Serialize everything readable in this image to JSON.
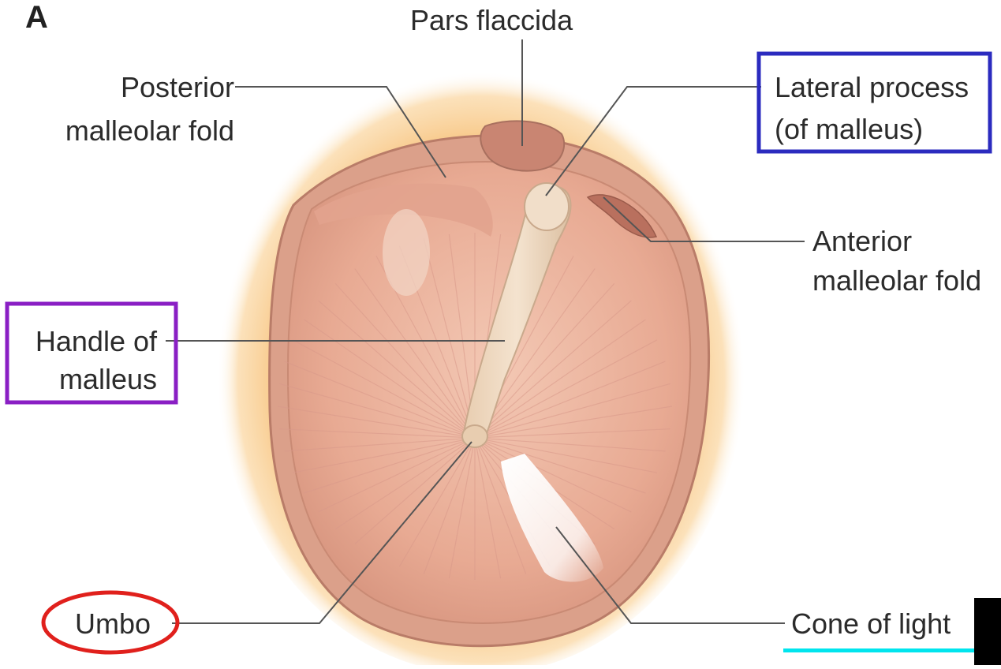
{
  "figure": {
    "panel_letter": "A",
    "labels": {
      "pars_flaccida": "Pars flaccida",
      "posterior_fold_line1": "Posterior",
      "posterior_fold_line2": "malleolar fold",
      "lateral_process_line1": "Lateral process",
      "lateral_process_line2": "(of malleus)",
      "anterior_fold_line1": "Anterior",
      "anterior_fold_line2": "malleolar fold",
      "handle_line1": "Handle of",
      "handle_line2": "malleus",
      "umbo": "Umbo",
      "cone_of_light": "Cone of light"
    }
  },
  "highlights": {
    "lateral_process_box": {
      "shape": "rectangle",
      "color": "#2b2bbf"
    },
    "handle_box": {
      "shape": "rectangle",
      "color": "#8a1fc4"
    },
    "umbo_ring": {
      "shape": "ellipse",
      "color": "#e0201c"
    },
    "cone_underline": {
      "shape": "underline",
      "color": "#00e5ee"
    }
  },
  "colors": {
    "halo": "#f6c07e",
    "membrane": "#e9ad96",
    "rim": "#d79a84",
    "malleus": "#efd9c0",
    "leader_line": "#555555"
  }
}
